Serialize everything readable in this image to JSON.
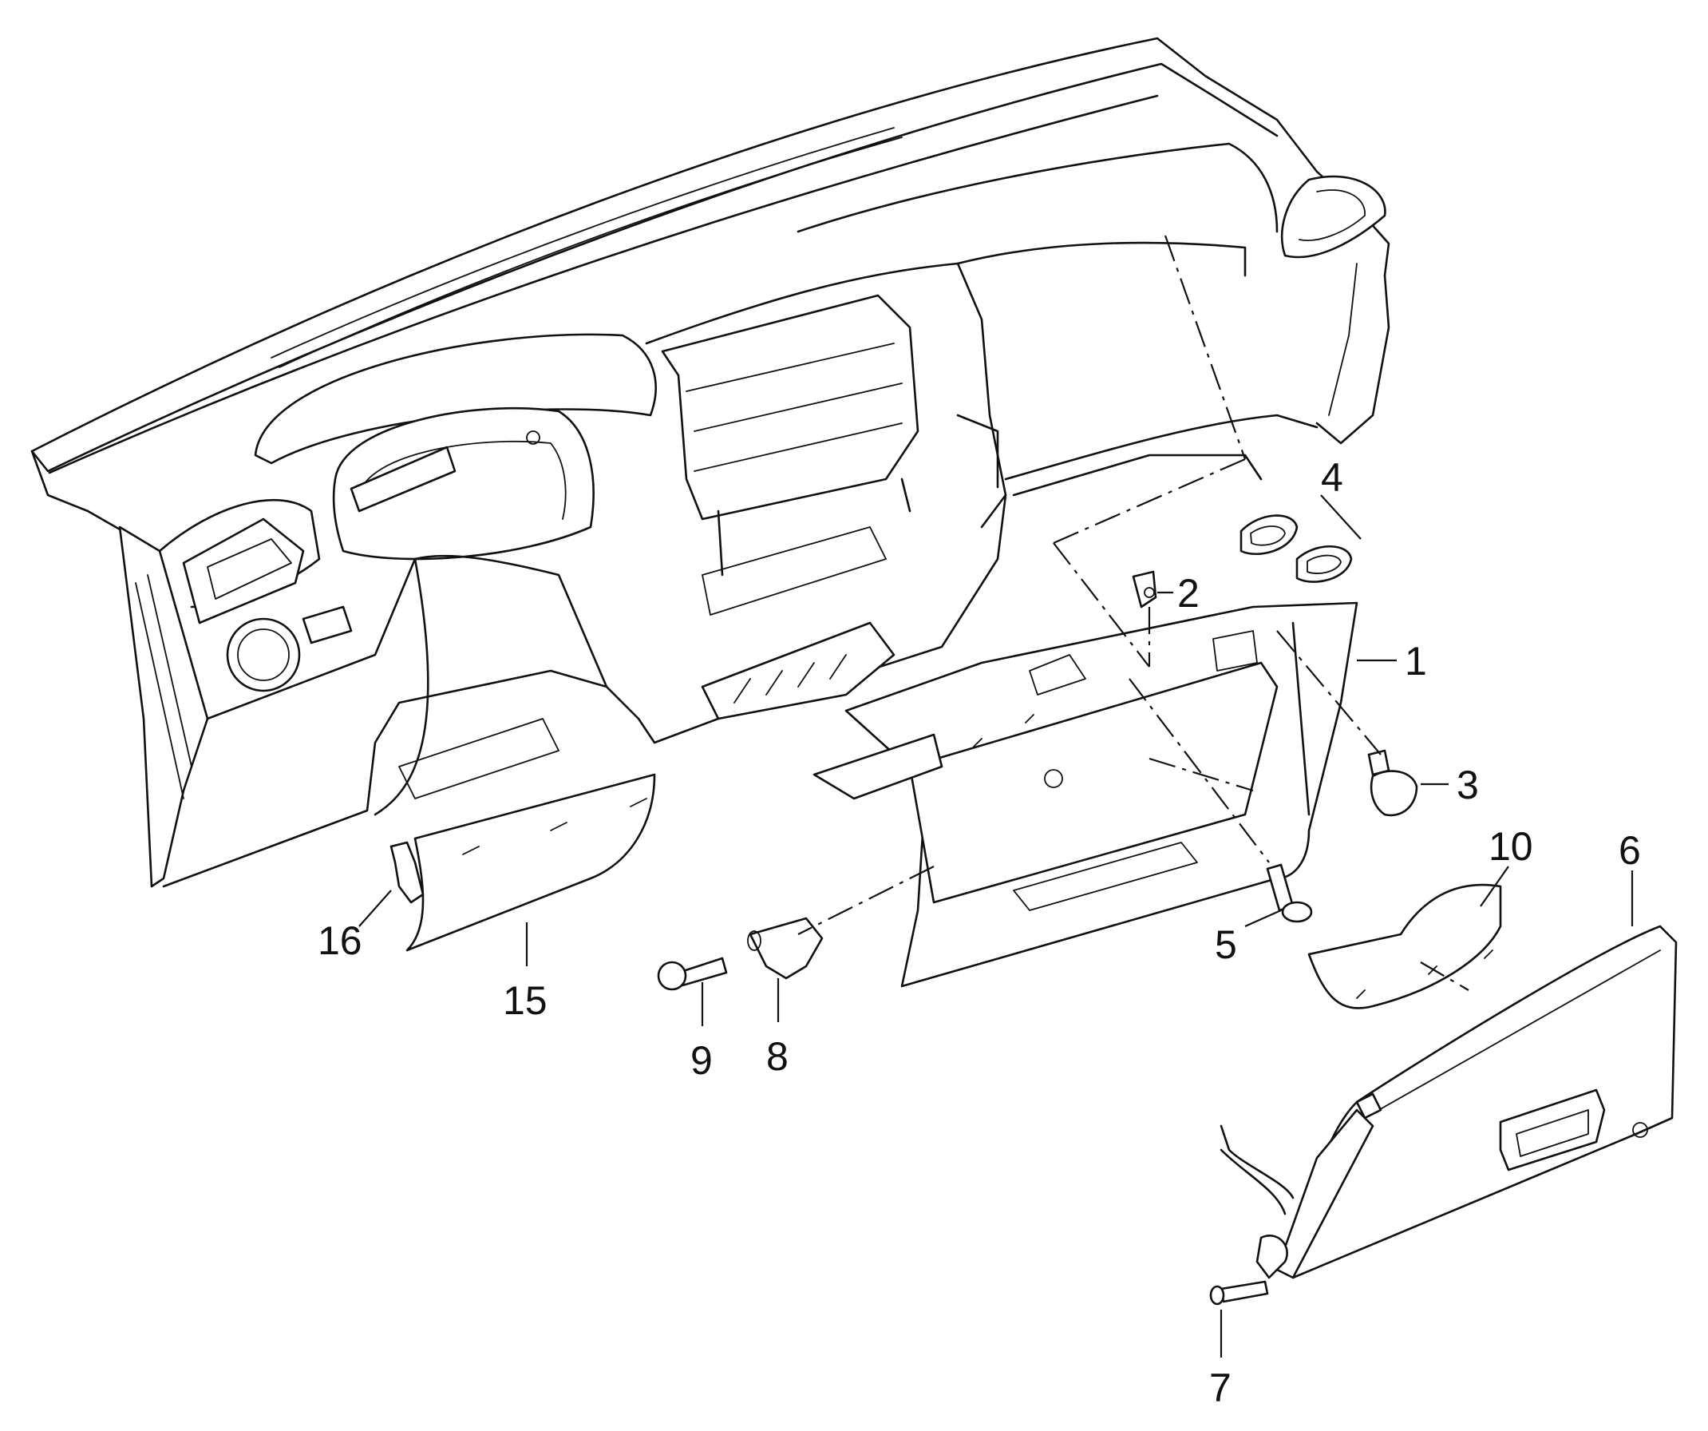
{
  "callouts": [
    {
      "id": "1",
      "text": "1"
    },
    {
      "id": "2",
      "text": "2"
    },
    {
      "id": "3",
      "text": "3"
    },
    {
      "id": "4",
      "text": "4"
    },
    {
      "id": "5",
      "text": "5"
    },
    {
      "id": "6",
      "text": "6"
    },
    {
      "id": "7",
      "text": "7"
    },
    {
      "id": "8",
      "text": "8"
    },
    {
      "id": "9",
      "text": "9"
    },
    {
      "id": "10",
      "text": "10"
    },
    {
      "id": "15",
      "text": "15"
    },
    {
      "id": "16",
      "text": "16"
    }
  ],
  "colors": {
    "ink": "#111111",
    "background": "#ffffff"
  }
}
